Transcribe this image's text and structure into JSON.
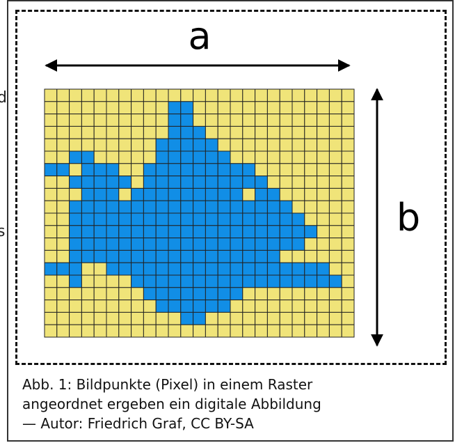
{
  "left_clipped_text": [
    "d",
    "s"
  ],
  "labels": {
    "width": "a",
    "height": "b"
  },
  "caption": [
    "Abb. 1: Bildpunkte (Pixel) in einem Raster",
    "angeordnet ergeben ein digitale Abbildung",
    "— Autor: Friedrich Graf, CC BY-SA"
  ],
  "colors": {
    "background_pixel": "#f0e479",
    "fish_pixel": "#118ee6",
    "grid_line": "#222222"
  },
  "grid": {
    "columns": 25,
    "rows": 20
  },
  "pixel_rows": [
    ".........................",
    "..........##.............",
    "..........##.............",
    "..........###............",
    ".........#####...........",
    "..##.....######..........",
    "##.###..#########........",
    "..#####.##########.......",
    "...###.#########.##......",
    "..##################.....",
    "..###################....",
    "..####################...",
    "..###################....",
    "..#################......",
    "###..##################..",
    "..#....#################.",
    "........########.........",
    ".........######..........",
    "...........##............",
    "........................."
  ]
}
